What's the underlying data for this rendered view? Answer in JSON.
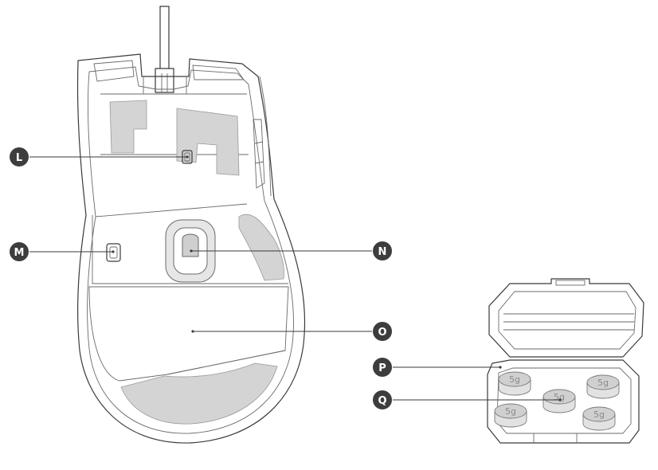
{
  "callouts": [
    {
      "id": "L",
      "label": "L"
    },
    {
      "id": "M",
      "label": "M"
    },
    {
      "id": "N",
      "label": "N"
    },
    {
      "id": "O",
      "label": "O"
    },
    {
      "id": "P",
      "label": "P"
    },
    {
      "id": "Q",
      "label": "Q"
    }
  ],
  "weights": {
    "label": "5g",
    "count": 5
  }
}
